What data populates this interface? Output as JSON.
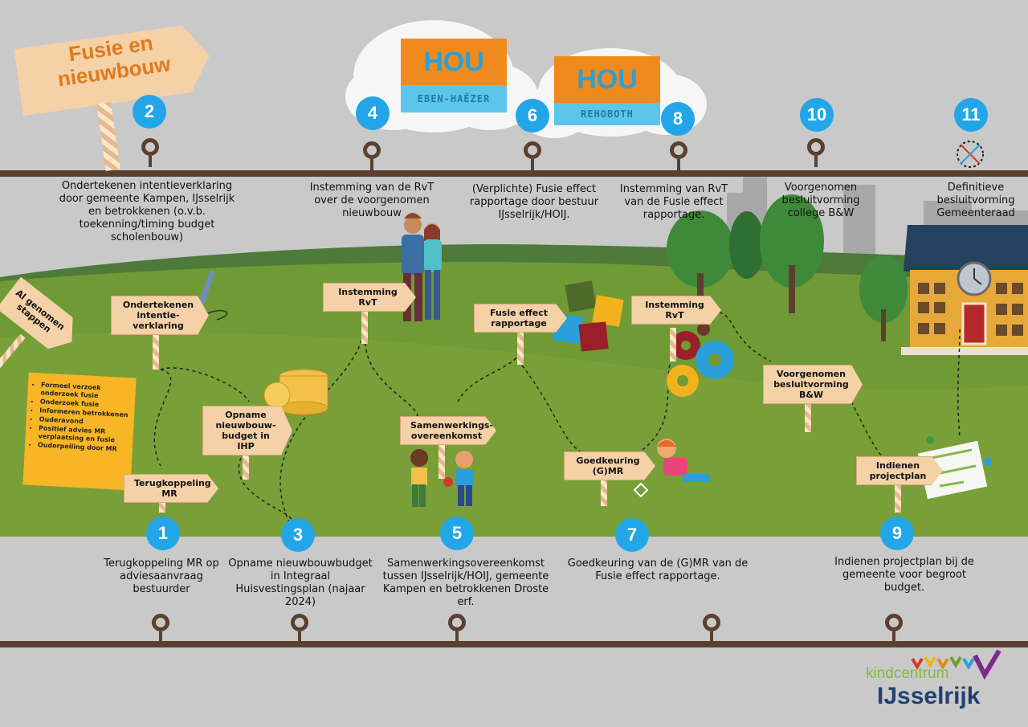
{
  "title": "Fusie en nieuwbouw",
  "already_done": {
    "label": "Al genomen stappen",
    "items": [
      "Formeel verzoek onderzoek fusie",
      "Onderzoek fusie",
      "Informeren betrokkenen",
      "Ouderavond",
      "Positief advies MR verplaatsing en fusie",
      "Ouderpeiling door MR"
    ]
  },
  "logos": {
    "eben": {
      "word": "HOU",
      "sub": "EBEN-HAËZER"
    },
    "rehoboth": {
      "word": "HOU",
      "sub": "REHOBOTH"
    },
    "brand_top": "kindcentrum",
    "brand_bottom": "IJsselrijk"
  },
  "steps_top": [
    {
      "n": "2",
      "text": "Ondertekenen intentieverklaring door gemeente Kampen, IJsselrijk en betrokkenen (o.v.b. toekenning/timing budget scholenbouw)"
    },
    {
      "n": "4",
      "text": "Instemming van de RvT over de voorgenomen nieuwbouw"
    },
    {
      "n": "6",
      "text": "(Verplichte) Fusie effect rapportage door bestuur IJsselrijk/HOIJ."
    },
    {
      "n": "8",
      "text": "Instemming van RvT van de Fusie effect rapportage."
    },
    {
      "n": "10",
      "text": "Voorgenomen besluitvorming college B&W"
    },
    {
      "n": "11",
      "text": "Definitieve besluitvorming Gemeenteraad"
    }
  ],
  "steps_bottom": [
    {
      "n": "1",
      "text": "Terugkoppeling MR op adviesaanvraag bestuurder"
    },
    {
      "n": "3",
      "text": "Opname nieuwbouwbudget in Integraal Huisvestingsplan (najaar 2024)"
    },
    {
      "n": "5",
      "text": "Samenwerkingsovereenkomst tussen IJsselrijk/HOIJ, gemeente Kampen en betrokkenen Droste erf."
    },
    {
      "n": "7",
      "text": "Goedkeuring van de (G)MR van de Fusie effect rapportage."
    },
    {
      "n": "9",
      "text": "Indienen projectplan bij de gemeente voor begroot budget."
    }
  ],
  "signs": {
    "s_terug": "Terugkoppeling MR",
    "s_onder": "Ondertekenen intentie-verklaring",
    "s_opname": "Opname nieuwbouw-budget in IHP",
    "s_rvt1": "Instemming RvT",
    "s_samen": "Samenwerkings-overeenkomst",
    "s_fusie": "Fusie effect rapportage",
    "s_goed": "Goedkeuring (G)MR",
    "s_rvt2": "Instemming RvT",
    "s_voor": "Voorgenomen besluitvorming B&W",
    "s_indien": "Indienen projectplan"
  },
  "colors": {
    "badge": "#22a6e8",
    "rail": "#5b4030",
    "grass": "#6f9a35",
    "title": "#e07a1a"
  }
}
